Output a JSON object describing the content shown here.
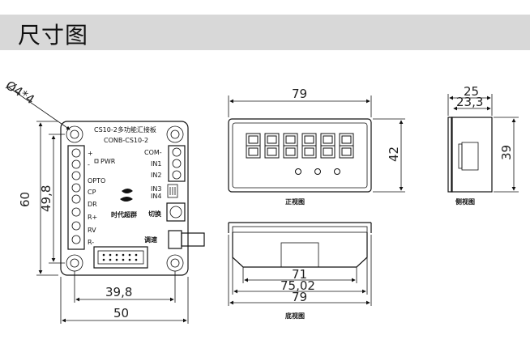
{
  "header": {
    "title": "尺寸图"
  },
  "board": {
    "title": "CS10-2多功能汇接板",
    "model": "CONB-CS10-2",
    "pwr": "PWR",
    "left_pins": [
      "+",
      "-",
      "OPTO",
      "CP",
      "DR",
      "R+",
      "RV",
      "R-"
    ],
    "right_pins": [
      "COM-",
      "IN1",
      "IN2",
      "IN3",
      "IN4"
    ],
    "logo_text": "时代超群",
    "switch_label": "切换",
    "adjust_label": "调速"
  },
  "dimensions": {
    "hole": "Ø4*4",
    "height_outer": "60",
    "height_inner": "49,8",
    "width_inner": "39,8",
    "width_outer": "50",
    "front_width": "79",
    "front_height": "42",
    "bottom_71": "71",
    "bottom_7502": "75,02",
    "bottom_79": "79",
    "side_25": "25",
    "side_233": "23,3",
    "side_39": "39"
  },
  "views": {
    "front": "正视图",
    "side": "侧视图",
    "bottom": "底视图"
  },
  "display": {
    "digits": 6,
    "dots": 3
  }
}
